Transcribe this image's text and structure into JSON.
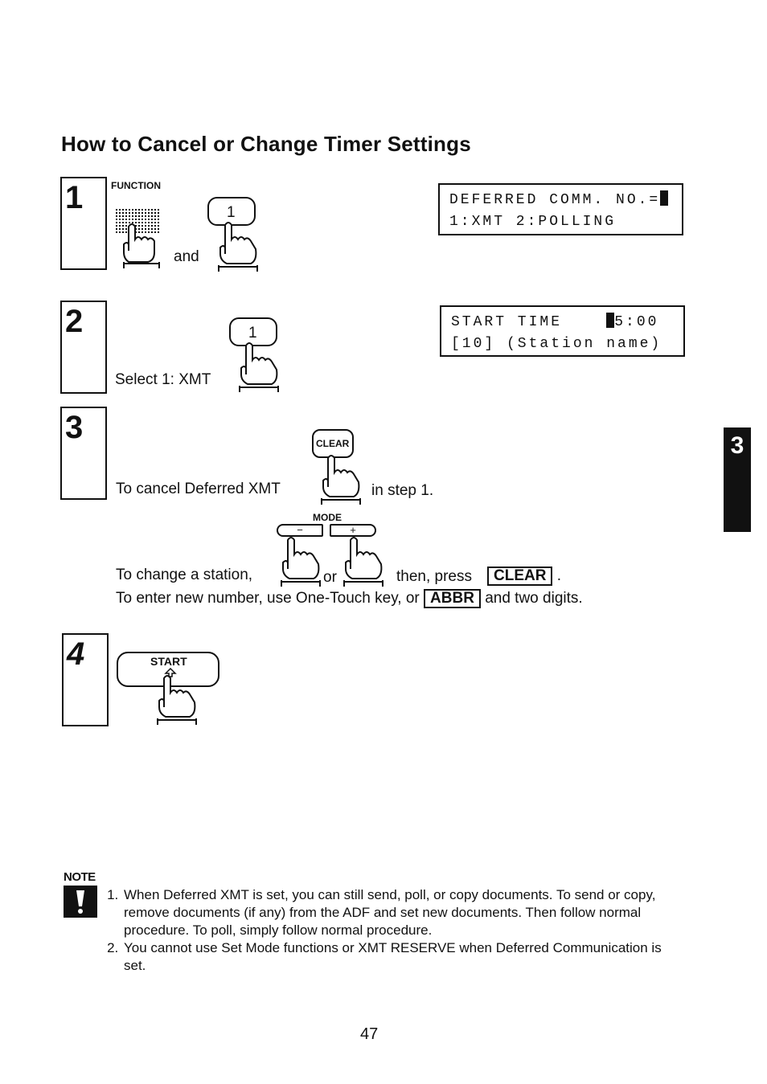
{
  "title": "How to Cancel or Change Timer Settings",
  "steps": [
    {
      "number": "1",
      "function_label": "FUNCTION",
      "key_1": "1",
      "and_label": "and"
    },
    {
      "number": "2",
      "key_1": "1",
      "instruction": "Select 1: XMT"
    },
    {
      "number": "3",
      "clear_key_label": "CLEAR",
      "cancel_text": "To cancel Deferred XMT",
      "cancel_suffix": "in step 1.",
      "mode_label": "MODE",
      "minus_key": "−",
      "plus_key": "+",
      "change_prefix": "To change a station,",
      "or_label": "or",
      "change_suffix": "then, press",
      "clear_box": "CLEAR",
      "period": ".",
      "enter_prefix": "To enter new number, use One-Touch key, or",
      "abbr_box": "ABBR",
      "enter_suffix": "and two digits."
    },
    {
      "number": "4",
      "start_key_label": "START"
    }
  ],
  "lcd_1": {
    "line1": "DEFERRED COMM. NO.=",
    "line2": "1:XMT 2:POLLING"
  },
  "lcd_2": {
    "line1_left": "START TIME",
    "line1_right": "5:00",
    "line2": "[10] (Station name)"
  },
  "section_tab": "3",
  "note": {
    "label": "NOTE",
    "items": [
      "When Deferred XMT is set, you can still send, poll, or copy documents. To send or copy, remove documents (if any) from the ADF and set new documents. Then follow normal procedure. To poll, simply follow normal procedure.",
      "You cannot use Set Mode functions or XMT RESERVE when Deferred Communication is set."
    ]
  },
  "page_number": "47"
}
